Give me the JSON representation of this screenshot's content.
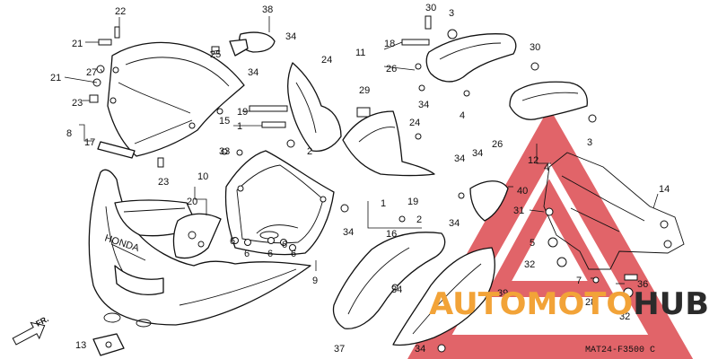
{
  "diagram": {
    "code": "MAT24-F3500 C",
    "direction": "FR.",
    "labels": [
      "22",
      "21",
      "27",
      "21",
      "23",
      "25",
      "38",
      "34",
      "34",
      "24",
      "8",
      "17",
      "19",
      "15",
      "1",
      "29",
      "33",
      "2",
      "23",
      "10",
      "20",
      "6",
      "6",
      "6",
      "6",
      "6",
      "9",
      "34",
      "30",
      "3",
      "18",
      "11",
      "26",
      "34",
      "4",
      "30",
      "24",
      "34",
      "34",
      "12",
      "26",
      "3",
      "4",
      "19",
      "1",
      "2",
      "16",
      "34",
      "14",
      "40",
      "31",
      "5",
      "32",
      "7",
      "36",
      "28",
      "32",
      "39",
      "37",
      "34",
      "34",
      "13"
    ]
  },
  "watermark": {
    "part1": "AUTO",
    "part2": "MOTO",
    "part3": "HUB",
    "colors": {
      "red": "#d8383f",
      "orange": "#f2a338",
      "dark": "#2b2b2b"
    }
  }
}
